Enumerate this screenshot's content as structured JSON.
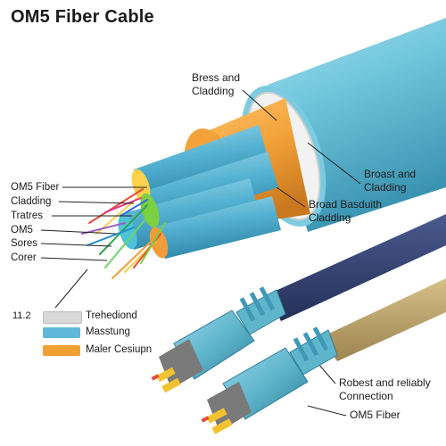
{
  "title": "OM5 Fiber Cable",
  "colors": {
    "jacket": "#6cc4da",
    "jacket_dark": "#3f98b6",
    "buffer_orange": "#f3a23a",
    "navy_cable": "#2f3c6b",
    "tan_cable": "#b9a16a",
    "connector": "#5fb6cc",
    "connector_dark": "#2e7f98",
    "ferrule_yellow": "#f2c230"
  },
  "callouts": {
    "top_1": [
      "Bress and",
      "Cladding"
    ],
    "right_1": [
      "Broast and",
      "Cladding"
    ],
    "right_2": [
      "Broad Basduith",
      "Cladding"
    ],
    "left": [
      "OM5 Fiber",
      "Cladding",
      "Tratres",
      "OM5",
      "Sores",
      "Corer"
    ],
    "bottom_right_1": [
      "Robest and reliably",
      "Connection"
    ],
    "bottom_right_2": "OM5 Fiber"
  },
  "legend": {
    "number": "11.2",
    "items": [
      {
        "label": "Trehediond",
        "color": "#d9d9d9"
      },
      {
        "label": "Masstung",
        "color": "#5fb8d8"
      },
      {
        "label": "Maler Cesiupn",
        "color": "#f0a033"
      }
    ]
  }
}
